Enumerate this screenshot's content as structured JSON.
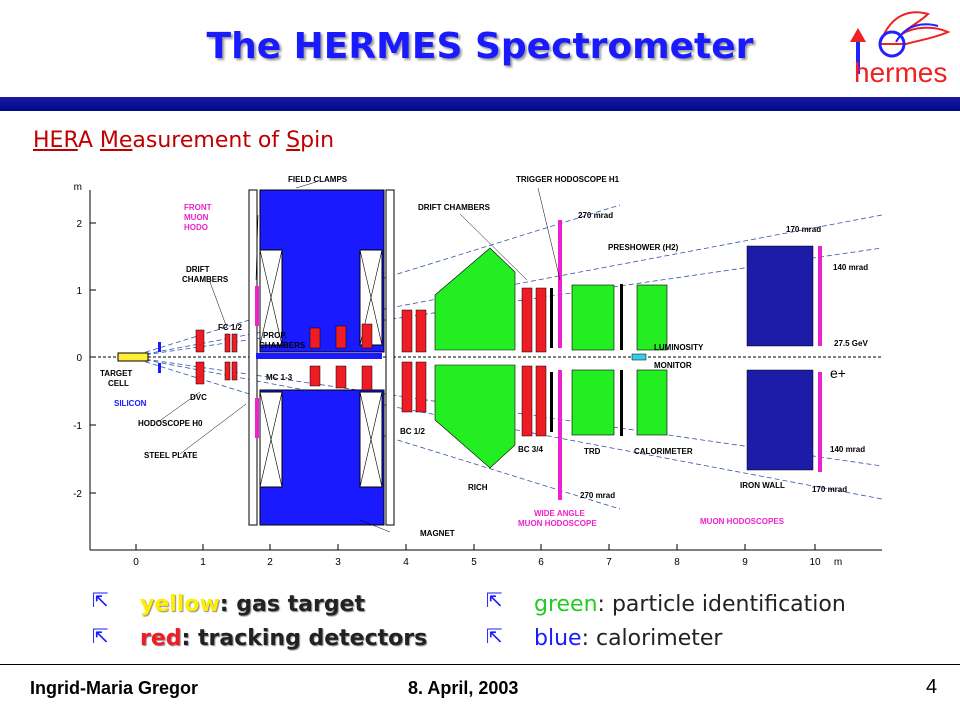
{
  "title": "The HERMES Spectrometer",
  "logo_text": "hermes",
  "subtitle": {
    "p1": "HER",
    "p2": "A ",
    "p3": "Me",
    "p4": "asurement of ",
    "p5": "S",
    "p6": "pin"
  },
  "diagram": {
    "y_axis_unit": "m",
    "x_axis_unit": "m",
    "y_ticks": [
      "2",
      "1",
      "0",
      "-1",
      "-2"
    ],
    "x_ticks": [
      "0",
      "1",
      "2",
      "3",
      "4",
      "5",
      "6",
      "7",
      "8",
      "9",
      "10"
    ],
    "labels": {
      "field_clamps": "FIELD CLAMPS",
      "trigger_hodoscope": "TRIGGER HODOSCOPE H1",
      "drift_chambers_top": "DRIFT CHAMBERS",
      "mrad270_top": "270 mrad",
      "mrad170_top": "170 mrad",
      "preshower": "PRESHOWER (H2)",
      "mrad140_top": "140 mrad",
      "front_muon_1": "FRONT",
      "front_muon_2": "MUON",
      "front_muon_3": "HODO",
      "drift_chambers_left_1": "DRIFT",
      "drift_chambers_left_2": "CHAMBERS",
      "fc": "FC 1/2",
      "prop_1": "PROP.",
      "prop_2": "CHAMBERS",
      "luminosity_1": "LUMINOSITY",
      "luminosity_2": "MONITOR",
      "gev": "27.5 GeV",
      "eplus": "e+",
      "target_1": "TARGET",
      "target_2": "CELL",
      "silicon": "SILICON",
      "dvc": "DVC",
      "mc": "MC 1-3",
      "hodoscope_h0": "HODOSCOPE H0",
      "steel_plate": "STEEL PLATE",
      "bc12": "BC 1/2",
      "bc34": "BC 3/4",
      "trd": "TRD",
      "calorimeter": "CALORIMETER",
      "mrad140_bottom": "140 mrad",
      "iron_wall": "IRON WALL",
      "mrad170_bottom": "170 mrad",
      "rich": "RICH",
      "mrad270_bottom": "270 mrad",
      "wide_angle_1": "WIDE ANGLE",
      "wide_angle_2": "MUON HODOSCOPE",
      "muon_hodoscopes": "MUON HODOSCOPES",
      "magnet": "MAGNET"
    }
  },
  "bullets": {
    "yellow_word": "yellow",
    "yellow_rest": ": gas target",
    "red_word": "red",
    "red_rest": ": tracking detectors",
    "green_word": "green",
    "green_rest": ": particle identification",
    "blue_word": "blue",
    "blue_rest": ": calorimeter",
    "symbol": "⇱"
  },
  "footer": {
    "author": "Ingrid-Maria Gregor",
    "date": "8. April, 2003",
    "page": "4"
  },
  "colors": {
    "title": "#1a1aff",
    "subtitle": "#c00000",
    "magnet": "#1a1aff",
    "tracking": "#ee1c24",
    "pid": "#22ee22",
    "calorimeter": "#1c1ca8",
    "target": "#ffee33",
    "hodoscope": "#ee22cc"
  }
}
